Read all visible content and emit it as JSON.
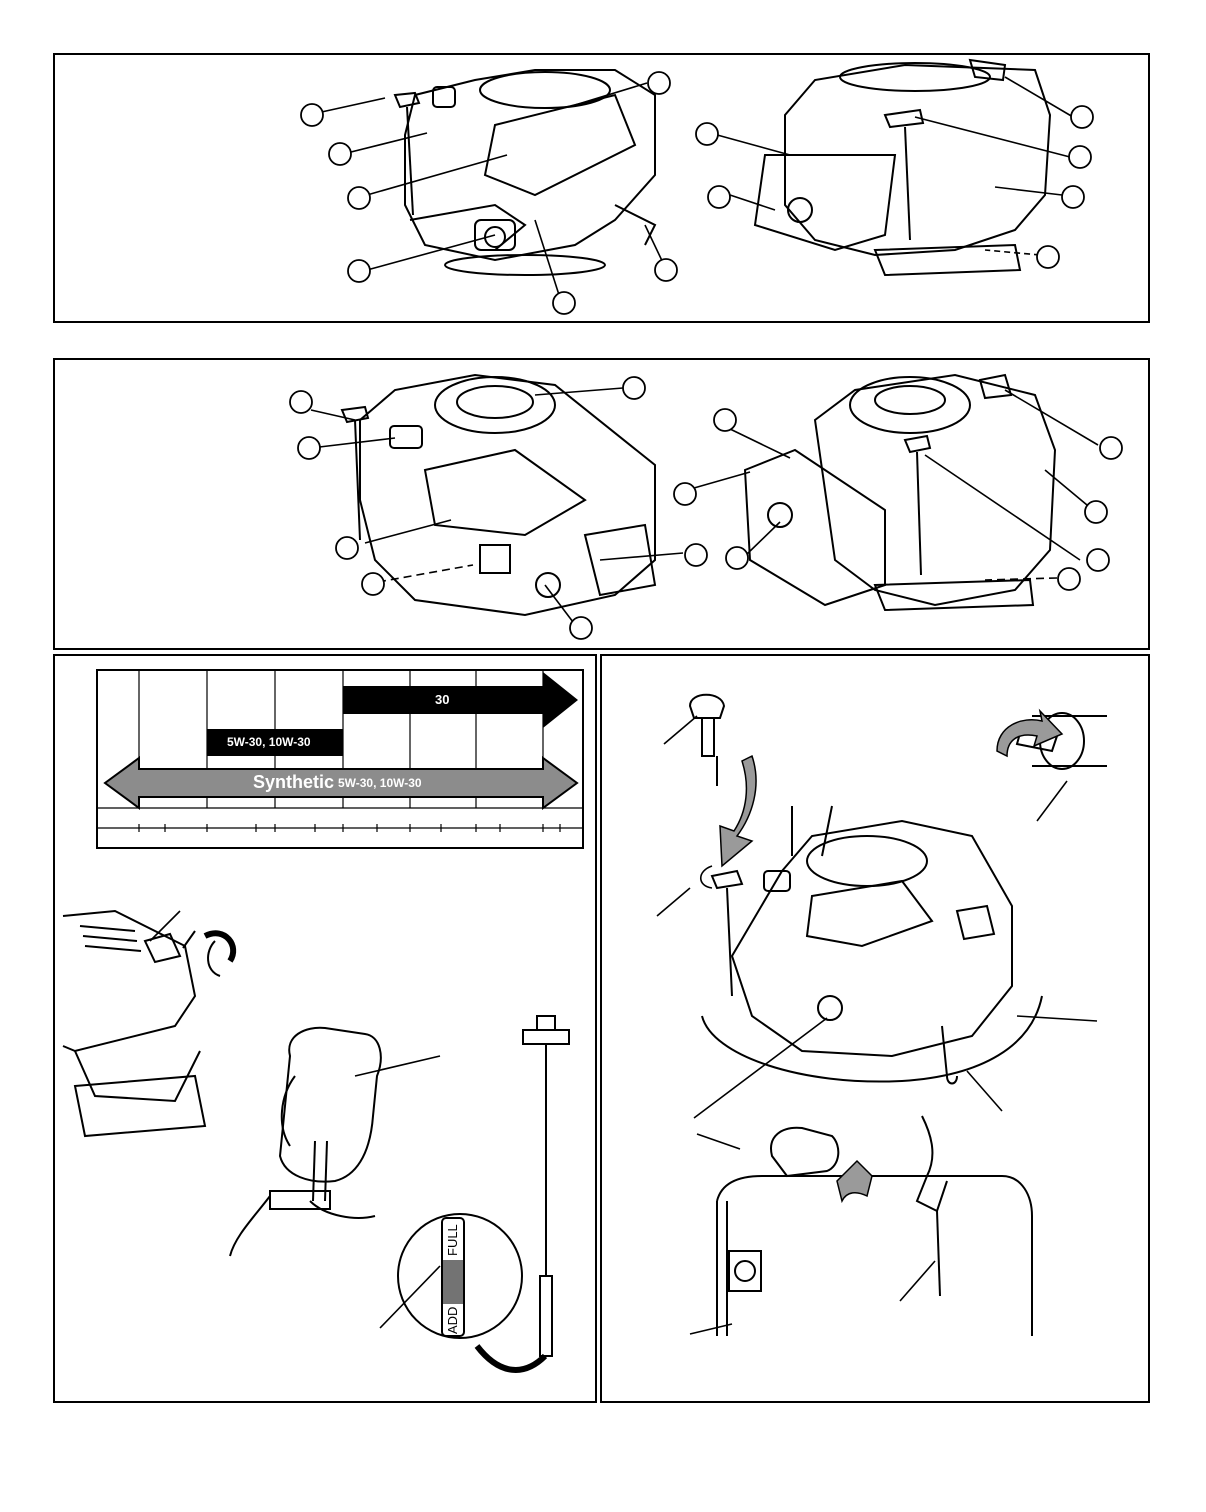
{
  "oil_chart": {
    "bar_30": "30",
    "bar_5w30": "5W-30,  10W-30",
    "bar_synthetic_word": "Synthetic",
    "bar_synthetic_grades": "5W-30,  10W-30"
  },
  "dipstick": {
    "full": "FULL",
    "add": "ADD"
  },
  "colors": {
    "ink": "#000000",
    "synthetic_bar": "#8c8c8c",
    "paper": "#ffffff"
  }
}
